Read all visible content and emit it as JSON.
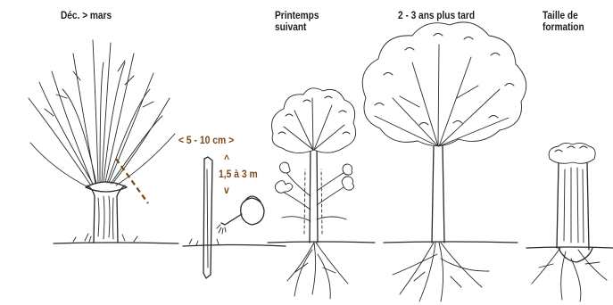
{
  "stages": [
    {
      "id": "stage-1",
      "label": "Déc. > mars"
    },
    {
      "id": "stage-2",
      "label": ""
    },
    {
      "id": "stage-3",
      "label": "Printemps\nsuivant"
    },
    {
      "id": "stage-4",
      "label": "2 - 3 ans plus tard"
    },
    {
      "id": "stage-5",
      "label": "Taille de\nformation"
    }
  ],
  "measurements": {
    "width": "< 5 - 10 cm >",
    "height_arrow_up": "^",
    "height": "1,5 à 3 m",
    "height_arrow_down": "v"
  },
  "colors": {
    "ink": "#2a2a2a",
    "measure_text": "#7b4a17",
    "cut_line": "#7b4a17"
  },
  "icons": [
    "watering-can-icon",
    "cut-line-icon"
  ]
}
